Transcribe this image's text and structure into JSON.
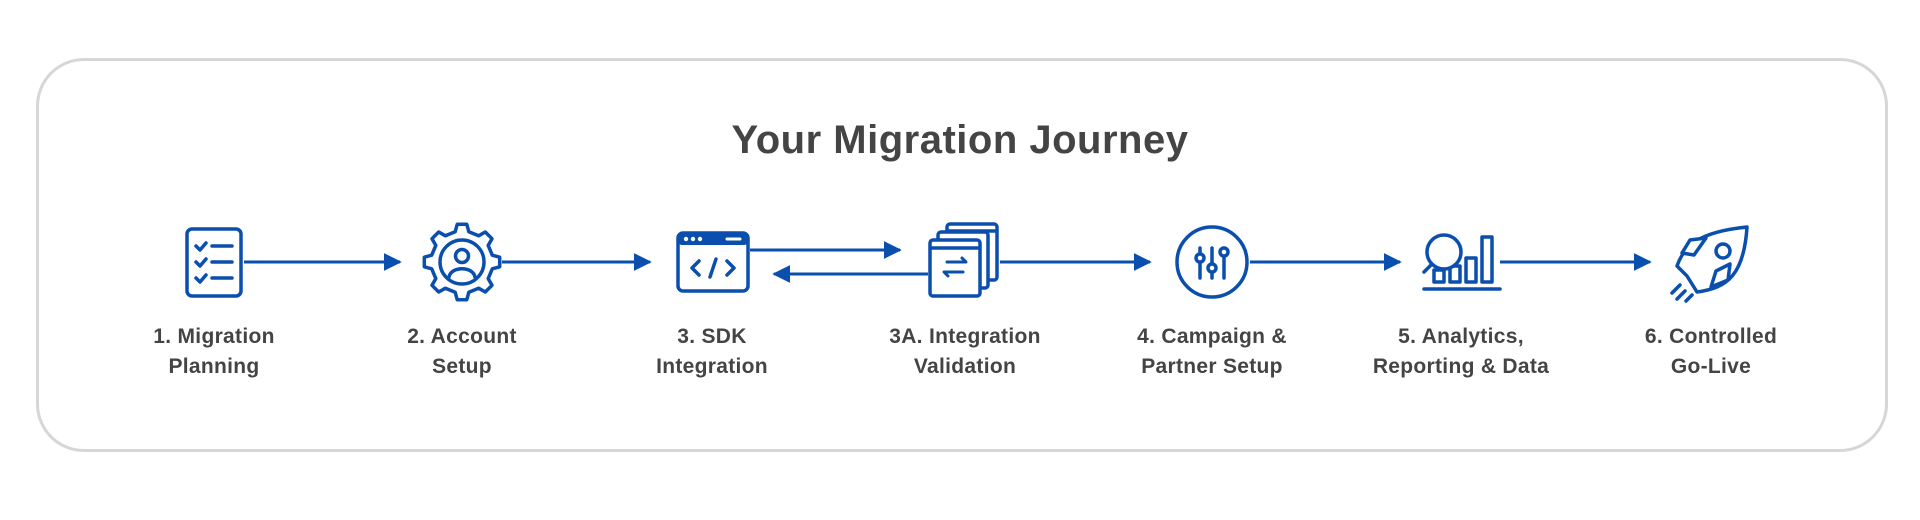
{
  "diagram": {
    "title": "Your Migration Journey",
    "accent_color": "#0a4fae",
    "text_color": "#444444",
    "border_color": "#d6d6d6",
    "steps": [
      {
        "icon": "checklist-icon",
        "label_lines": [
          "1. Migration",
          "Planning"
        ]
      },
      {
        "icon": "gear-user-icon",
        "label_lines": [
          "2. Account",
          "Setup"
        ]
      },
      {
        "icon": "code-window-icon",
        "label_lines": [
          "3. SDK",
          "Integration"
        ]
      },
      {
        "icon": "sync-windows-icon",
        "label_lines": [
          "3A. Integration",
          "Validation"
        ]
      },
      {
        "icon": "sliders-icon",
        "label_lines": [
          "4. Campaign &",
          "Partner Setup"
        ]
      },
      {
        "icon": "analytics-chart-icon",
        "label_lines": [
          "5. Analytics,",
          "Reporting & Data"
        ]
      },
      {
        "icon": "rocket-icon",
        "label_lines": [
          "6. Controlled",
          "Go-Live"
        ]
      }
    ],
    "connectors": [
      {
        "from": "1. Migration Planning",
        "to": "2. Account Setup",
        "direction": "forward"
      },
      {
        "from": "2. Account Setup",
        "to": "3. SDK Integration",
        "direction": "forward"
      },
      {
        "from": "3. SDK Integration",
        "to": "3A. Integration Validation",
        "direction": "bidirectional"
      },
      {
        "from": "3A. Integration Validation",
        "to": "4. Campaign & Partner Setup",
        "direction": "forward"
      },
      {
        "from": "4. Campaign & Partner Setup",
        "to": "5. Analytics, Reporting & Data",
        "direction": "forward"
      },
      {
        "from": "5. Analytics, Reporting & Data",
        "to": "6. Controlled Go-Live",
        "direction": "forward"
      }
    ]
  }
}
